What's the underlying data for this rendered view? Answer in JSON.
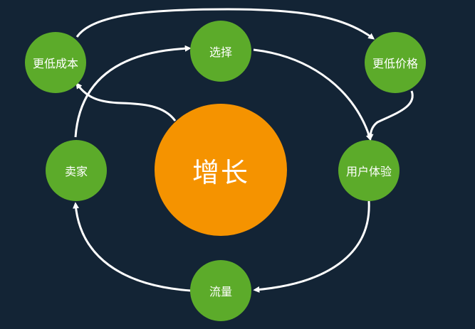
{
  "colors": {
    "background": "#132435",
    "node_green": "#5cab2a",
    "center_orange": "#f59300",
    "arrow": "#ffffff",
    "text": "#ffffff"
  },
  "center": {
    "label": "增长"
  },
  "nodes": [
    {
      "id": "lower-cost",
      "label": "更低成本"
    },
    {
      "id": "selection",
      "label": "选择"
    },
    {
      "id": "lower-price",
      "label": "更低价格"
    },
    {
      "id": "user-experience",
      "label": "用户体验"
    },
    {
      "id": "traffic",
      "label": "流量"
    },
    {
      "id": "sellers",
      "label": "卖家"
    }
  ]
}
